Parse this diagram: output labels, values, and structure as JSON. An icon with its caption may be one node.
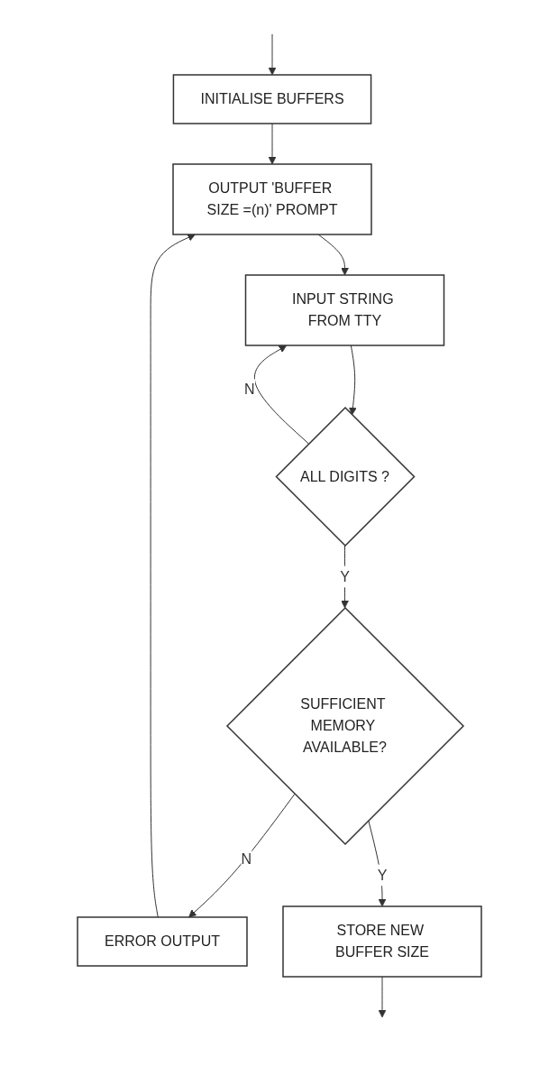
{
  "diagram": {
    "nodes": [
      {
        "text": [
          "INITIALISE BUFFERS"
        ]
      },
      {
        "text": [
          "OUTPUT 'BUFFER SIZE =(n)' PROMPT"
        ]
      },
      {
        "text": [
          "INPUT STRING FROM TTY"
        ]
      },
      {
        "text": [
          "ALL DIGITS ?"
        ]
      },
      {
        "text": [
          "SUFFICIENT MEMORY AVAILABLE?"
        ]
      },
      {
        "text": [
          "ERROR OUTPUT"
        ]
      },
      {
        "text": [
          "STORE NEW BUFFER SIZE"
        ]
      }
    ],
    "edges": [
      {
        "from": null,
        "to": 0,
        "arrow": "to"
      },
      {
        "from": 0,
        "to": 1,
        "arrow": "to"
      },
      {
        "from": 1,
        "to": 2,
        "arrow": "to"
      },
      {
        "from": 2,
        "to": 3,
        "arrow": "to"
      },
      {
        "from": 3,
        "to": 2,
        "label": "N",
        "arrow": "to"
      },
      {
        "from": 3,
        "to": 4,
        "label": "Y",
        "arrow": "to"
      },
      {
        "from": 4,
        "to": 5,
        "label": "N",
        "arrow": "to"
      },
      {
        "from": 5,
        "to": 1,
        "arrow": "to"
      },
      {
        "from": 4,
        "to": 6,
        "label": "Y",
        "arrow": "to"
      },
      {
        "from": 6,
        "to": null,
        "arrow": "to"
      }
    ]
  }
}
